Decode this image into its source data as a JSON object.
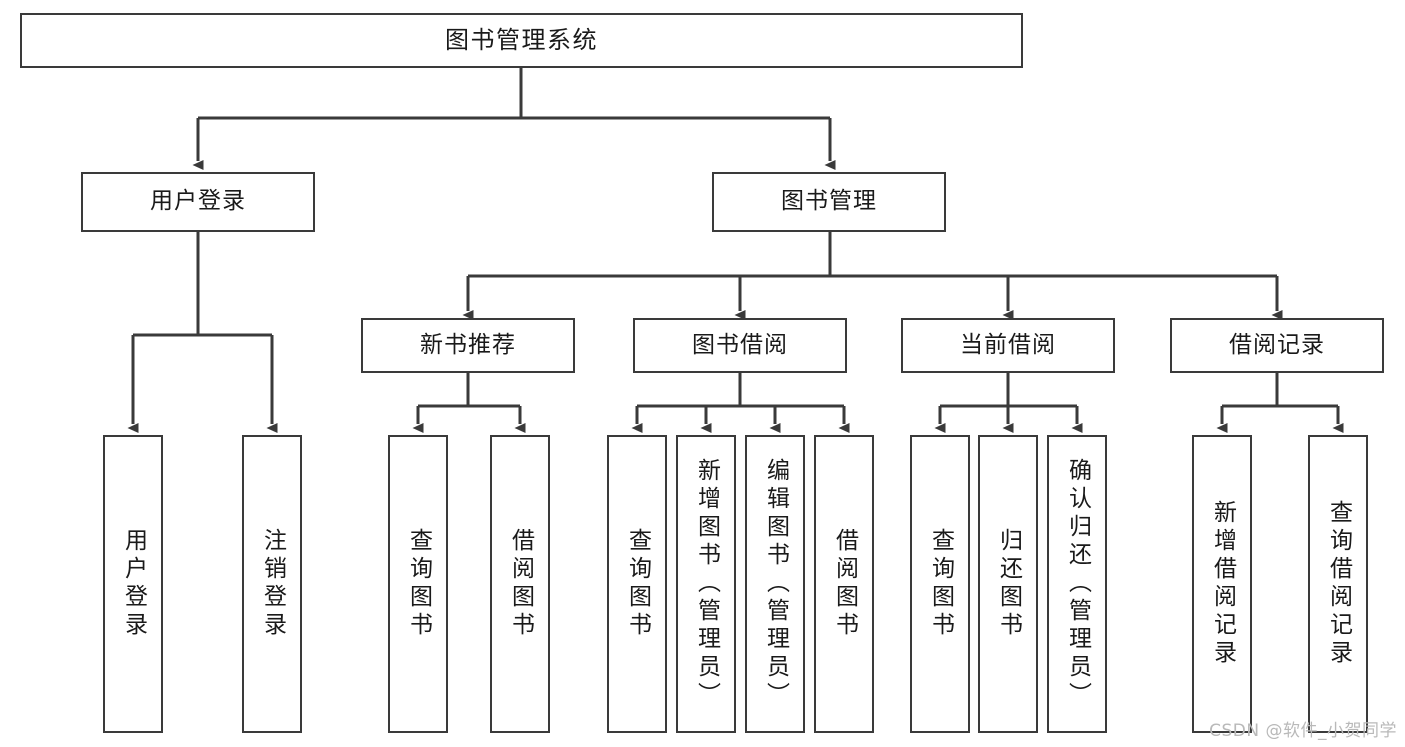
{
  "diagram": {
    "title": "图书管理系统",
    "type": "function-structure-tree",
    "orientation": "top-down",
    "colors": {
      "box_border": "#3a3a3a",
      "box_fill": "#ffffff",
      "edge": "#3a3a3a",
      "text": "#1a1a1a",
      "watermark": "#b9b9b9",
      "background": "#ffffff"
    },
    "root": {
      "id": "root",
      "label": "图书管理系统"
    },
    "level2": [
      {
        "id": "user-login",
        "label": "用户登录"
      },
      {
        "id": "book-manage",
        "label": "图书管理"
      }
    ],
    "level3": [
      {
        "id": "new-book-recommend",
        "label": "新书推荐",
        "parent": "book-manage"
      },
      {
        "id": "book-borrow",
        "label": "图书借阅",
        "parent": "book-manage"
      },
      {
        "id": "current-borrow",
        "label": "当前借阅",
        "parent": "book-manage"
      },
      {
        "id": "borrow-record",
        "label": "借阅记录",
        "parent": "book-manage"
      }
    ],
    "leaves": [
      {
        "id": "leaf-user-login",
        "label": "用户登录",
        "parent": "user-login"
      },
      {
        "id": "leaf-logout",
        "label": "注销登录",
        "parent": "user-login"
      },
      {
        "id": "leaf-query-book-1",
        "label": "查询图书",
        "parent": "new-book-recommend"
      },
      {
        "id": "leaf-borrow-book-1",
        "label": "借阅图书",
        "parent": "new-book-recommend"
      },
      {
        "id": "leaf-query-book-2",
        "label": "查询图书",
        "parent": "book-borrow"
      },
      {
        "id": "leaf-add-book",
        "label": "新增图书（管理员）",
        "parent": "book-borrow"
      },
      {
        "id": "leaf-edit-book",
        "label": "编辑图书（管理员）",
        "parent": "book-borrow"
      },
      {
        "id": "leaf-borrow-book-2",
        "label": "借阅图书",
        "parent": "book-borrow"
      },
      {
        "id": "leaf-query-book-3",
        "label": "查询图书",
        "parent": "current-borrow"
      },
      {
        "id": "leaf-return-book",
        "label": "归还图书",
        "parent": "current-borrow"
      },
      {
        "id": "leaf-confirm-return",
        "label": "确认归还（管理员）",
        "parent": "current-borrow"
      },
      {
        "id": "leaf-add-record",
        "label": "新增借阅记录",
        "parent": "borrow-record"
      },
      {
        "id": "leaf-query-record",
        "label": "查询借阅记录",
        "parent": "borrow-record"
      }
    ]
  },
  "watermark": {
    "text": "CSDN @软件_小贺同学"
  }
}
